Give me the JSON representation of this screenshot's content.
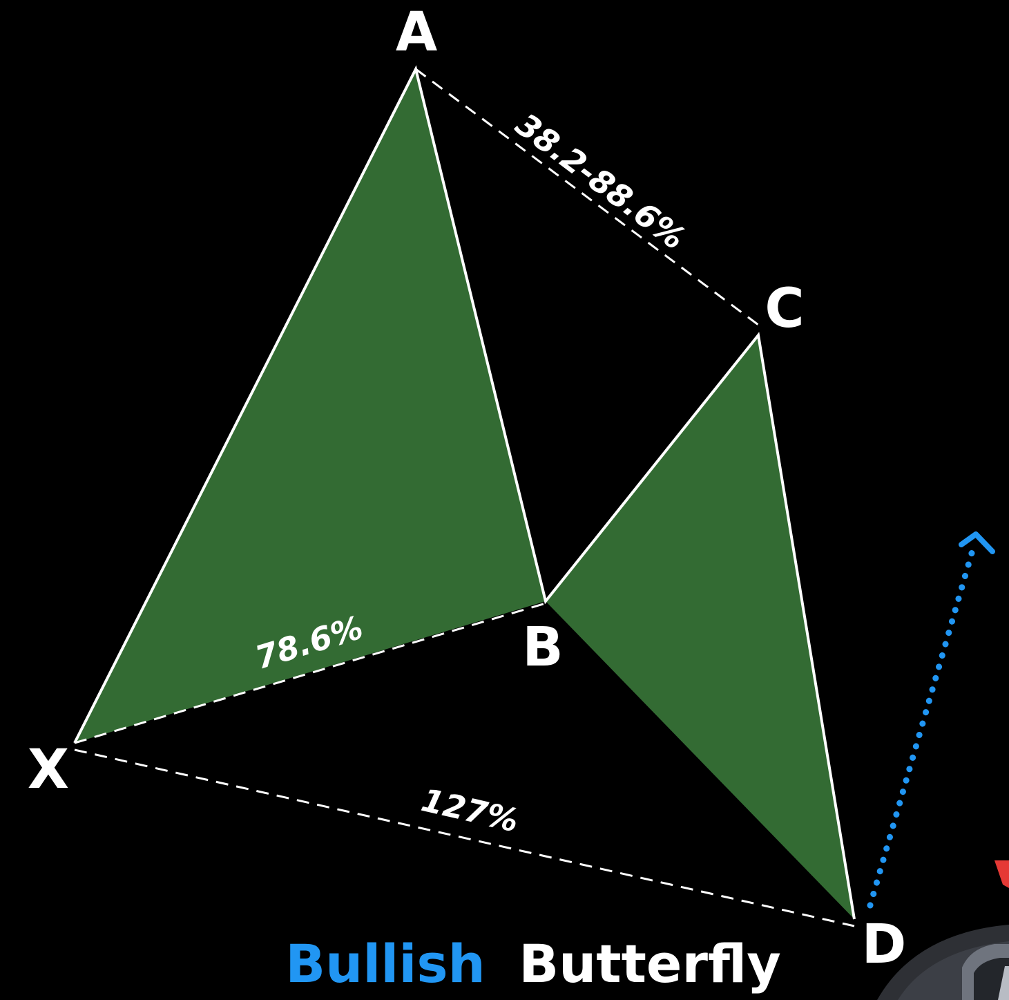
{
  "title": {
    "bullish": "Bullish",
    "butterfly": "Butterfly"
  },
  "points": {
    "X": "X",
    "A": "A",
    "B": "B",
    "C": "C",
    "D": "D"
  },
  "ratios": {
    "xb": "78.6%",
    "ac": "38.2-88.6%",
    "xd": "127%"
  },
  "colors": {
    "background": "#000000",
    "fill": "#336b33",
    "leg_line": "#ffffff",
    "title_accent": "#2196f3",
    "arrow": "#2196f3",
    "corner_accent": "#e53935"
  },
  "icons": {
    "projection_arrow": "arrow-up-right-dotted",
    "corner_logo": "brand-logo-partial"
  }
}
